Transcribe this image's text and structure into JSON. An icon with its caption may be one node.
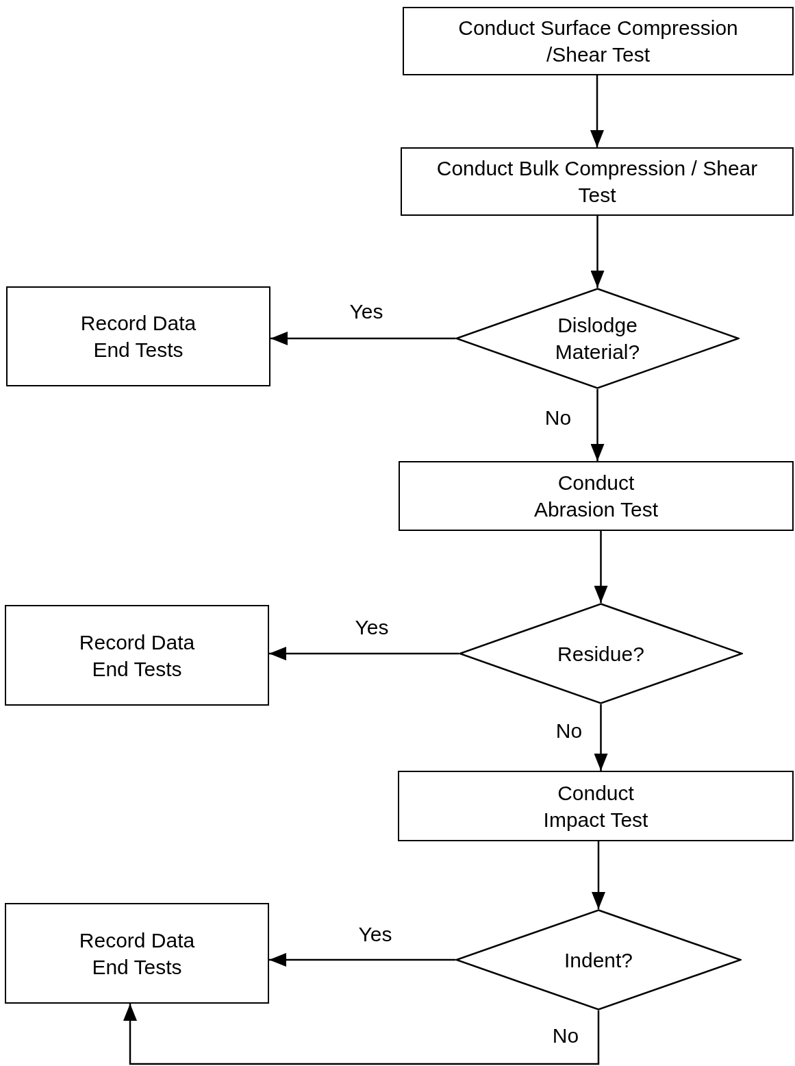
{
  "diagram": {
    "nodes": [
      {
        "text": [
          "Conduct Surface Compression /Shear Test"
        ]
      },
      {
        "text": [
          "Conduct Bulk Compression / Shear Test"
        ]
      },
      {
        "text": [
          "Dislodge Material?"
        ]
      },
      {
        "text": [
          "Record Data End Tests"
        ]
      },
      {
        "text": [
          "Conduct Abrasion Test"
        ]
      },
      {
        "text": [
          "Residue?"
        ]
      },
      {
        "text": [
          "Record Data End Tests"
        ]
      },
      {
        "text": [
          "Conduct Impact Test"
        ]
      },
      {
        "text": [
          "Indent?"
        ]
      },
      {
        "text": [
          "Record Data End Tests"
        ]
      }
    ],
    "edges": [
      {
        "from": 0,
        "to": 1,
        "arrow": "to"
      },
      {
        "from": 1,
        "to": 2,
        "arrow": "to"
      },
      {
        "from": 2,
        "to": 3,
        "arrow": "to",
        "label": "Yes"
      },
      {
        "from": 2,
        "to": 4,
        "arrow": "to",
        "label": "No"
      },
      {
        "from": 4,
        "to": 5,
        "arrow": "to"
      },
      {
        "from": 5,
        "to": 6,
        "arrow": "to",
        "label": "Yes"
      },
      {
        "from": 5,
        "to": 7,
        "arrow": "to",
        "label": "No"
      },
      {
        "from": 7,
        "to": 8,
        "arrow": "to"
      },
      {
        "from": 8,
        "to": 9,
        "arrow": "to",
        "label": "Yes"
      },
      {
        "from": 8,
        "to": 9,
        "arrow": "to",
        "label": "No"
      }
    ]
  }
}
